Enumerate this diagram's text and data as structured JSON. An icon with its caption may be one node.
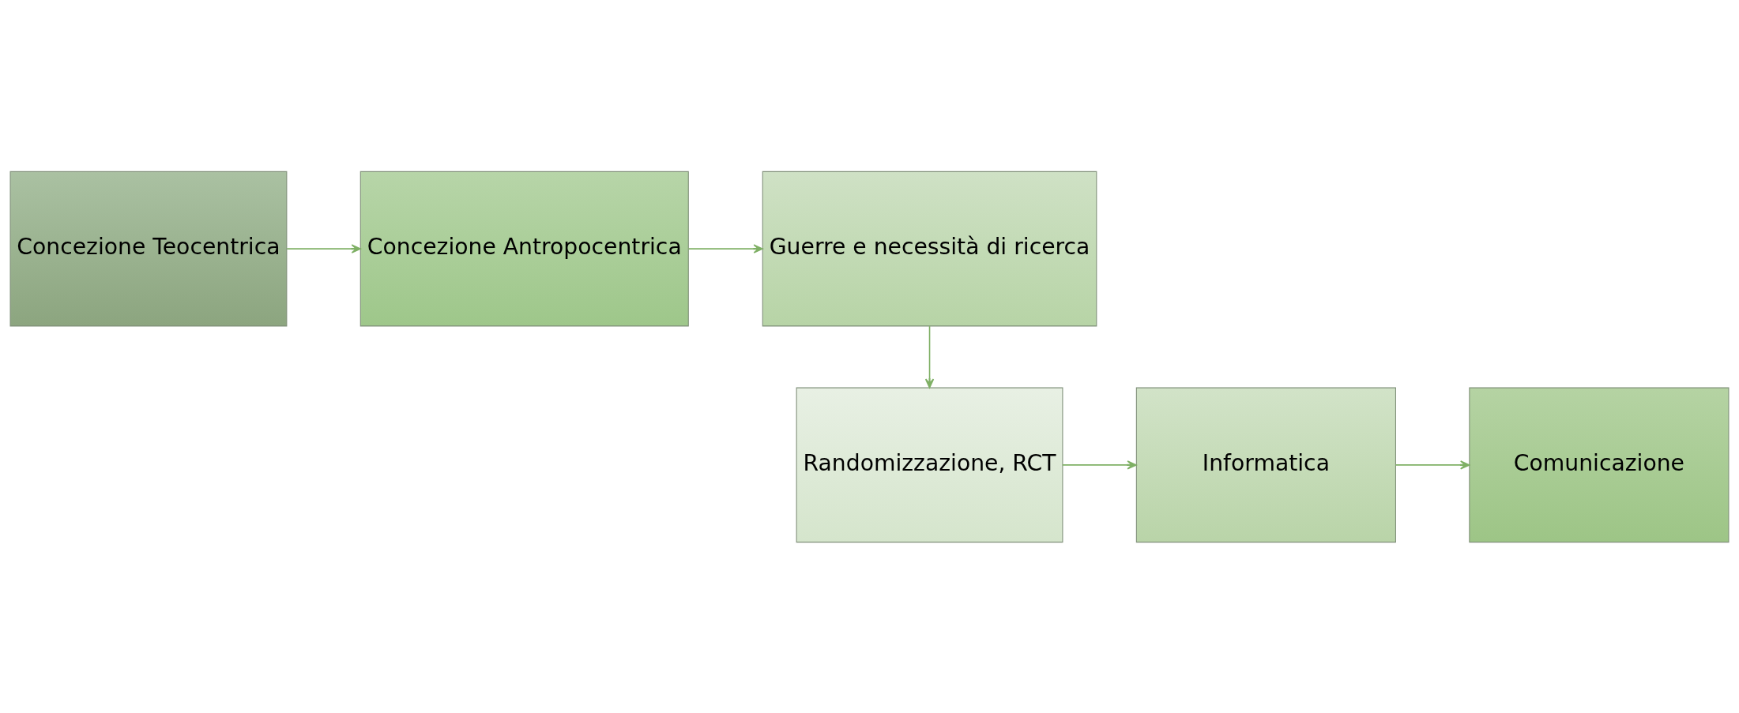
{
  "diagram": {
    "nodes": [
      {
        "text": [
          "Concezione Teocentrica"
        ]
      },
      {
        "text": [
          "Concezione Antropocentrica"
        ]
      },
      {
        "text": [
          "Guerre e necessità di ricerca"
        ]
      },
      {
        "text": [
          "Randomizzazione, RCT"
        ]
      },
      {
        "text": [
          "Informatica"
        ]
      },
      {
        "text": [
          "Comunicazione"
        ]
      }
    ],
    "edges": [
      {
        "from": 0,
        "to": 1,
        "arrow": "to"
      },
      {
        "from": 1,
        "to": 2,
        "arrow": "to"
      },
      {
        "from": 2,
        "to": 3,
        "arrow": "to"
      },
      {
        "from": 3,
        "to": 4,
        "arrow": "to"
      },
      {
        "from": 4,
        "to": 5,
        "arrow": "to"
      }
    ]
  }
}
